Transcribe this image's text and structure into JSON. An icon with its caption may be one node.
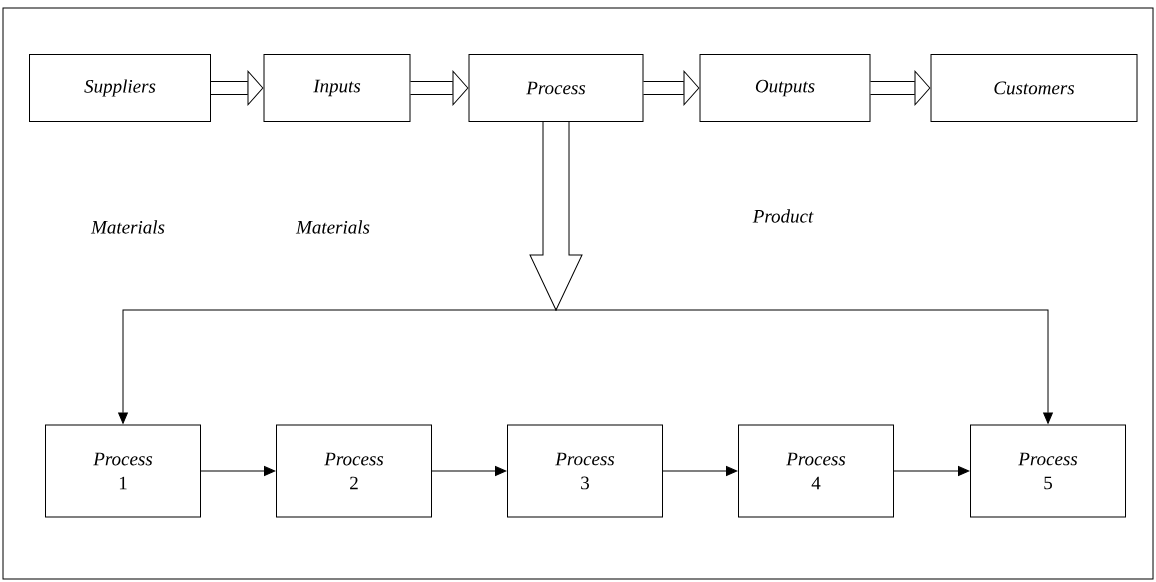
{
  "diagram": {
    "nodes": [
      {
        "text": [
          "Suppliers"
        ]
      },
      {
        "text": [
          "Inputs"
        ]
      },
      {
        "text": [
          "Process"
        ]
      },
      {
        "text": [
          "Outputs"
        ]
      },
      {
        "text": [
          "Customers"
        ]
      },
      {
        "text": [
          "Process",
          "1"
        ]
      },
      {
        "text": [
          "Process",
          "2"
        ]
      },
      {
        "text": [
          "Process",
          "3"
        ]
      },
      {
        "text": [
          "Process",
          "4"
        ]
      },
      {
        "text": [
          "Process",
          "5"
        ]
      }
    ],
    "edges": [
      {
        "from": 0,
        "to": 1,
        "arrow": "to",
        "style": "thick"
      },
      {
        "from": 1,
        "to": 2,
        "arrow": "to",
        "style": "thick"
      },
      {
        "from": 2,
        "to": 3,
        "arrow": "to",
        "style": "thick"
      },
      {
        "from": 3,
        "to": 4,
        "arrow": "to",
        "style": "thick"
      },
      {
        "from": 2,
        "to": 5,
        "arrow": "to"
      },
      {
        "from": 2,
        "to": 9,
        "arrow": "to"
      },
      {
        "from": 5,
        "to": 6,
        "arrow": "to"
      },
      {
        "from": 6,
        "to": 7,
        "arrow": "to"
      },
      {
        "from": 7,
        "to": 8,
        "arrow": "to"
      },
      {
        "from": 8,
        "to": 9,
        "arrow": "to"
      }
    ],
    "labels": [
      "Materials",
      "Materials",
      "Product"
    ]
  }
}
